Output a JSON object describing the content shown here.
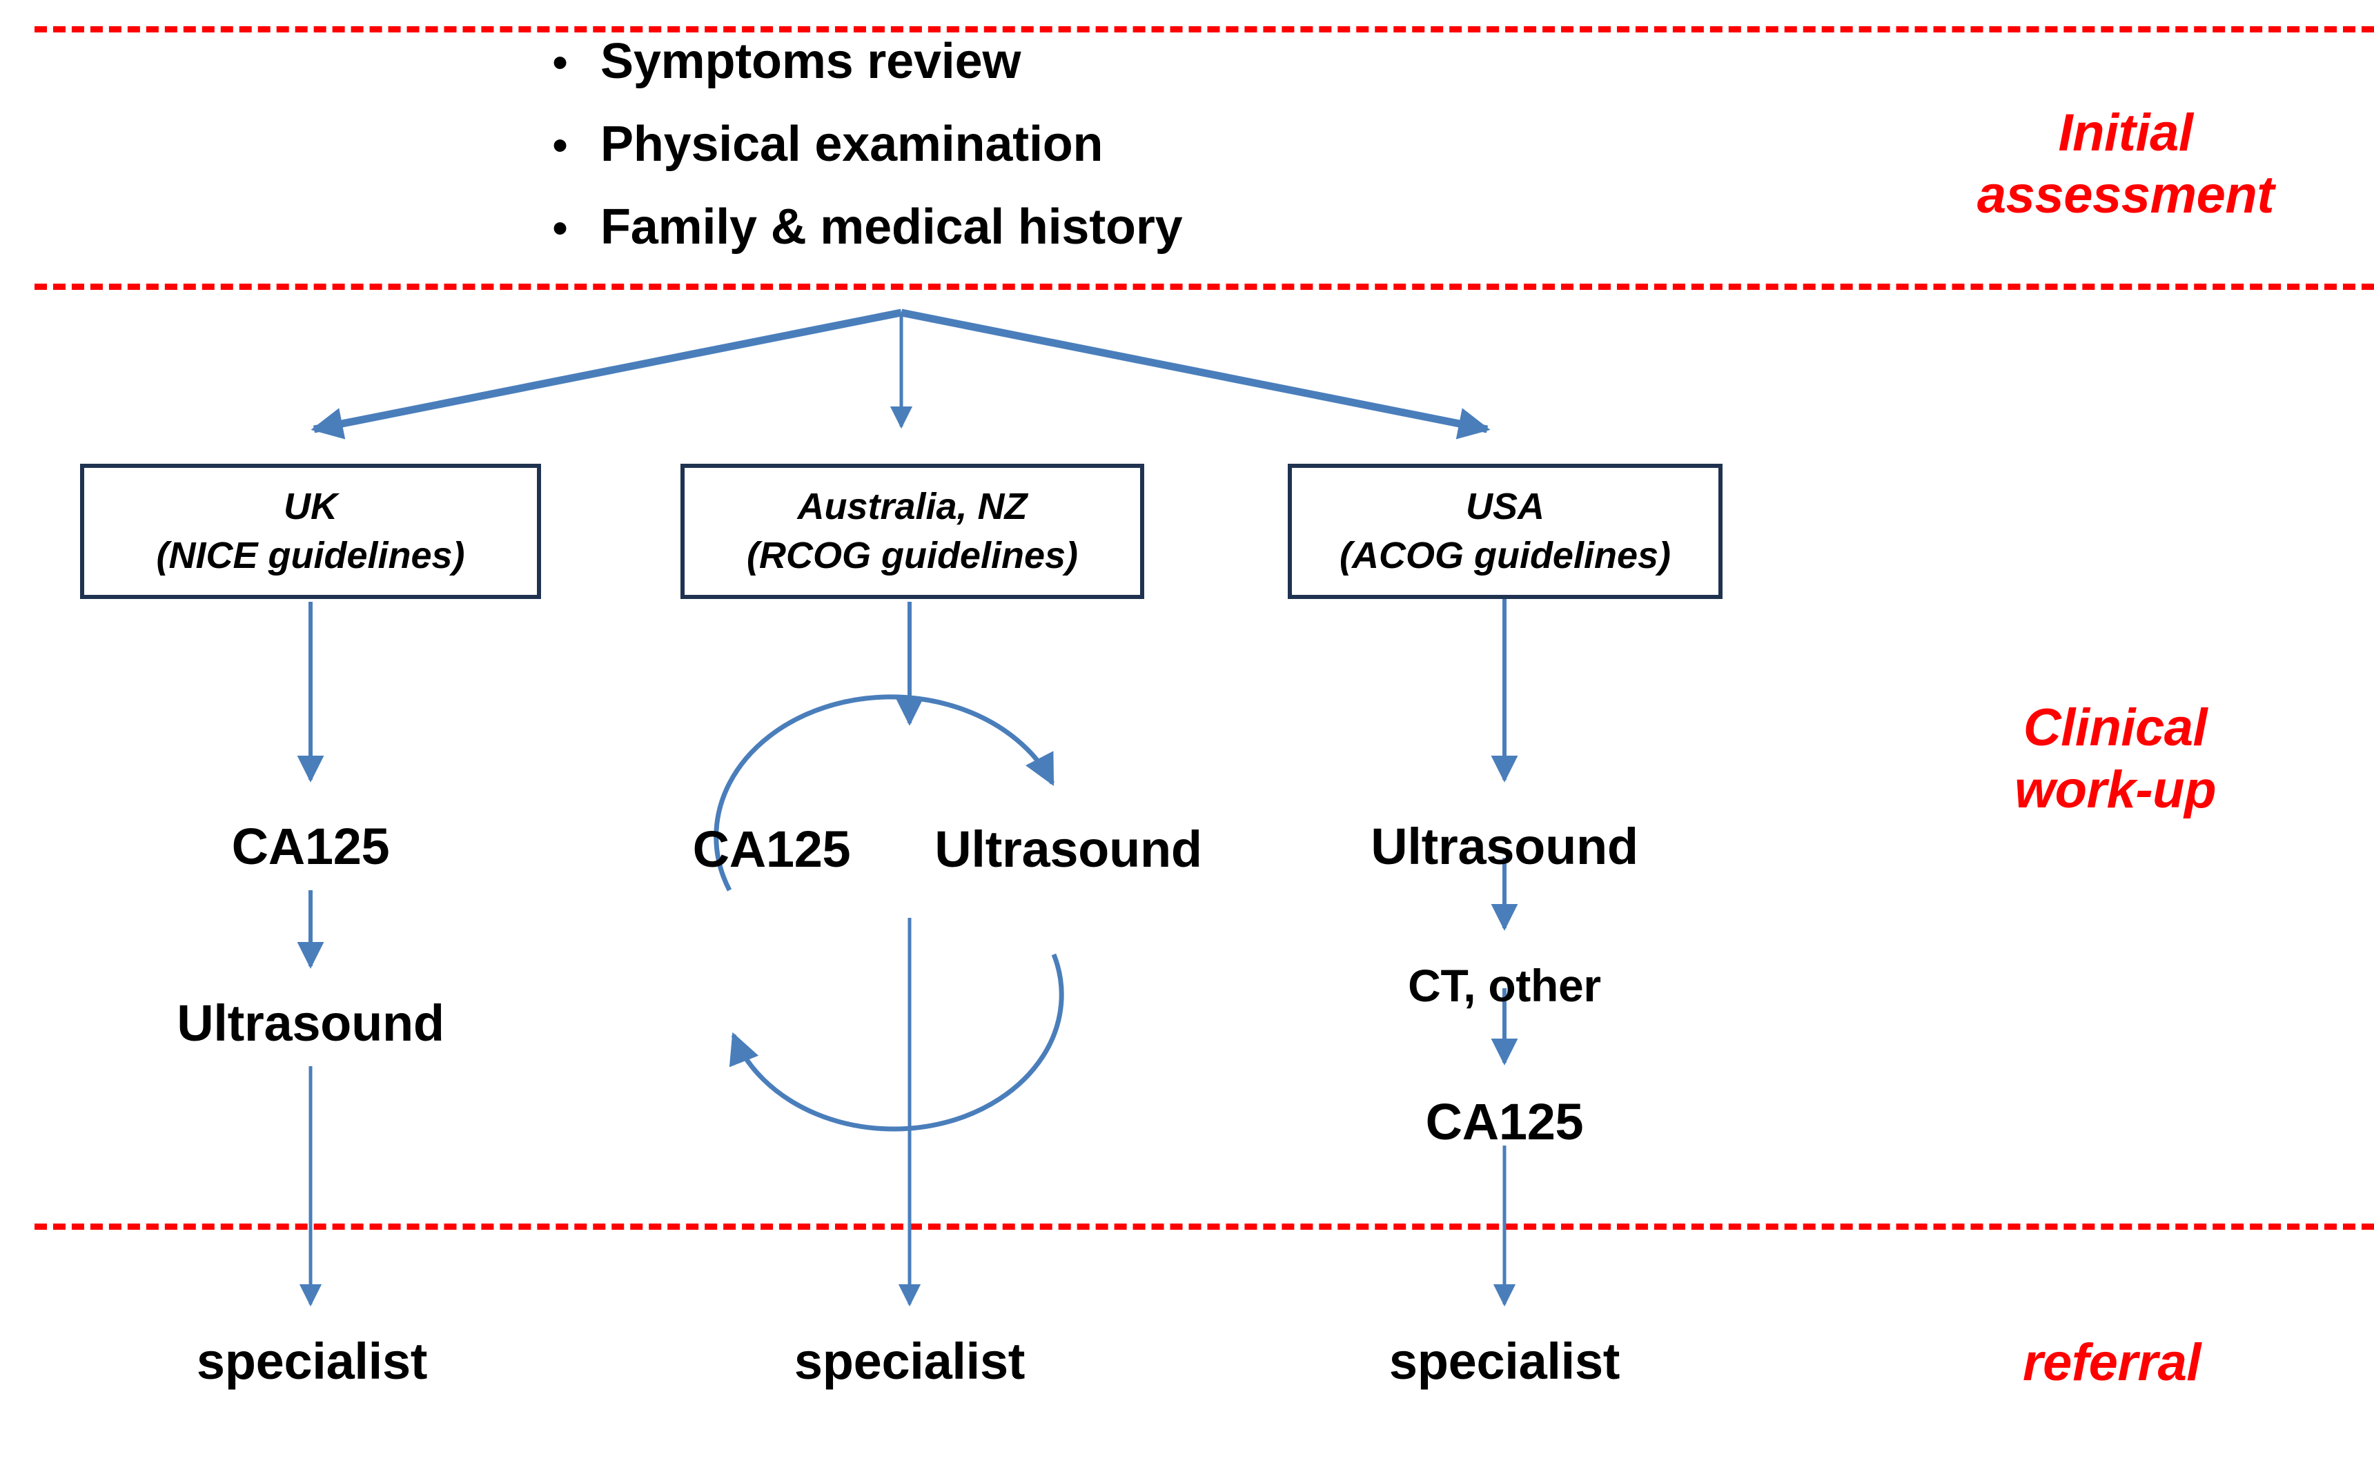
{
  "diagram": {
    "title": "Ovarian cancer initial diagnostic pathway by country guideline",
    "colors": {
      "separator_red": "#ff0000",
      "stage_label_red": "#ff0000",
      "box_border_navy": "#1f3250",
      "arrow_blue": "#4a7ebb",
      "node_text_black": "#000000",
      "background": "#ffffff"
    }
  },
  "stages": {
    "initial": "Initial\nassessment",
    "initial_line1": "Initial",
    "initial_line2": "assessment",
    "clinical_line1": "Clinical",
    "clinical_line2": "work-up",
    "referral": "referral"
  },
  "initial_assessment": {
    "bullet_glyph": "•",
    "items": [
      "Symptoms review",
      "Physical examination",
      "Family & medical history"
    ]
  },
  "guideline_boxes": [
    {
      "country": "UK",
      "guideline": "(NICE guidelines)"
    },
    {
      "country": "Australia, NZ",
      "guideline": "(RCOG guidelines)"
    },
    {
      "country": "USA",
      "guideline": "(ACOG guidelines)"
    }
  ],
  "workup": {
    "uk": {
      "step1": "CA125",
      "step2": "Ultrasound"
    },
    "anz": {
      "left": "CA125",
      "right": "Ultrasound",
      "relation": "cyclical"
    },
    "usa": {
      "step1": "Ultrasound",
      "step2": "CT, other",
      "step3": "CA125"
    }
  },
  "referral": {
    "uk": "specialist",
    "anz": "specialist",
    "usa": "specialist"
  }
}
